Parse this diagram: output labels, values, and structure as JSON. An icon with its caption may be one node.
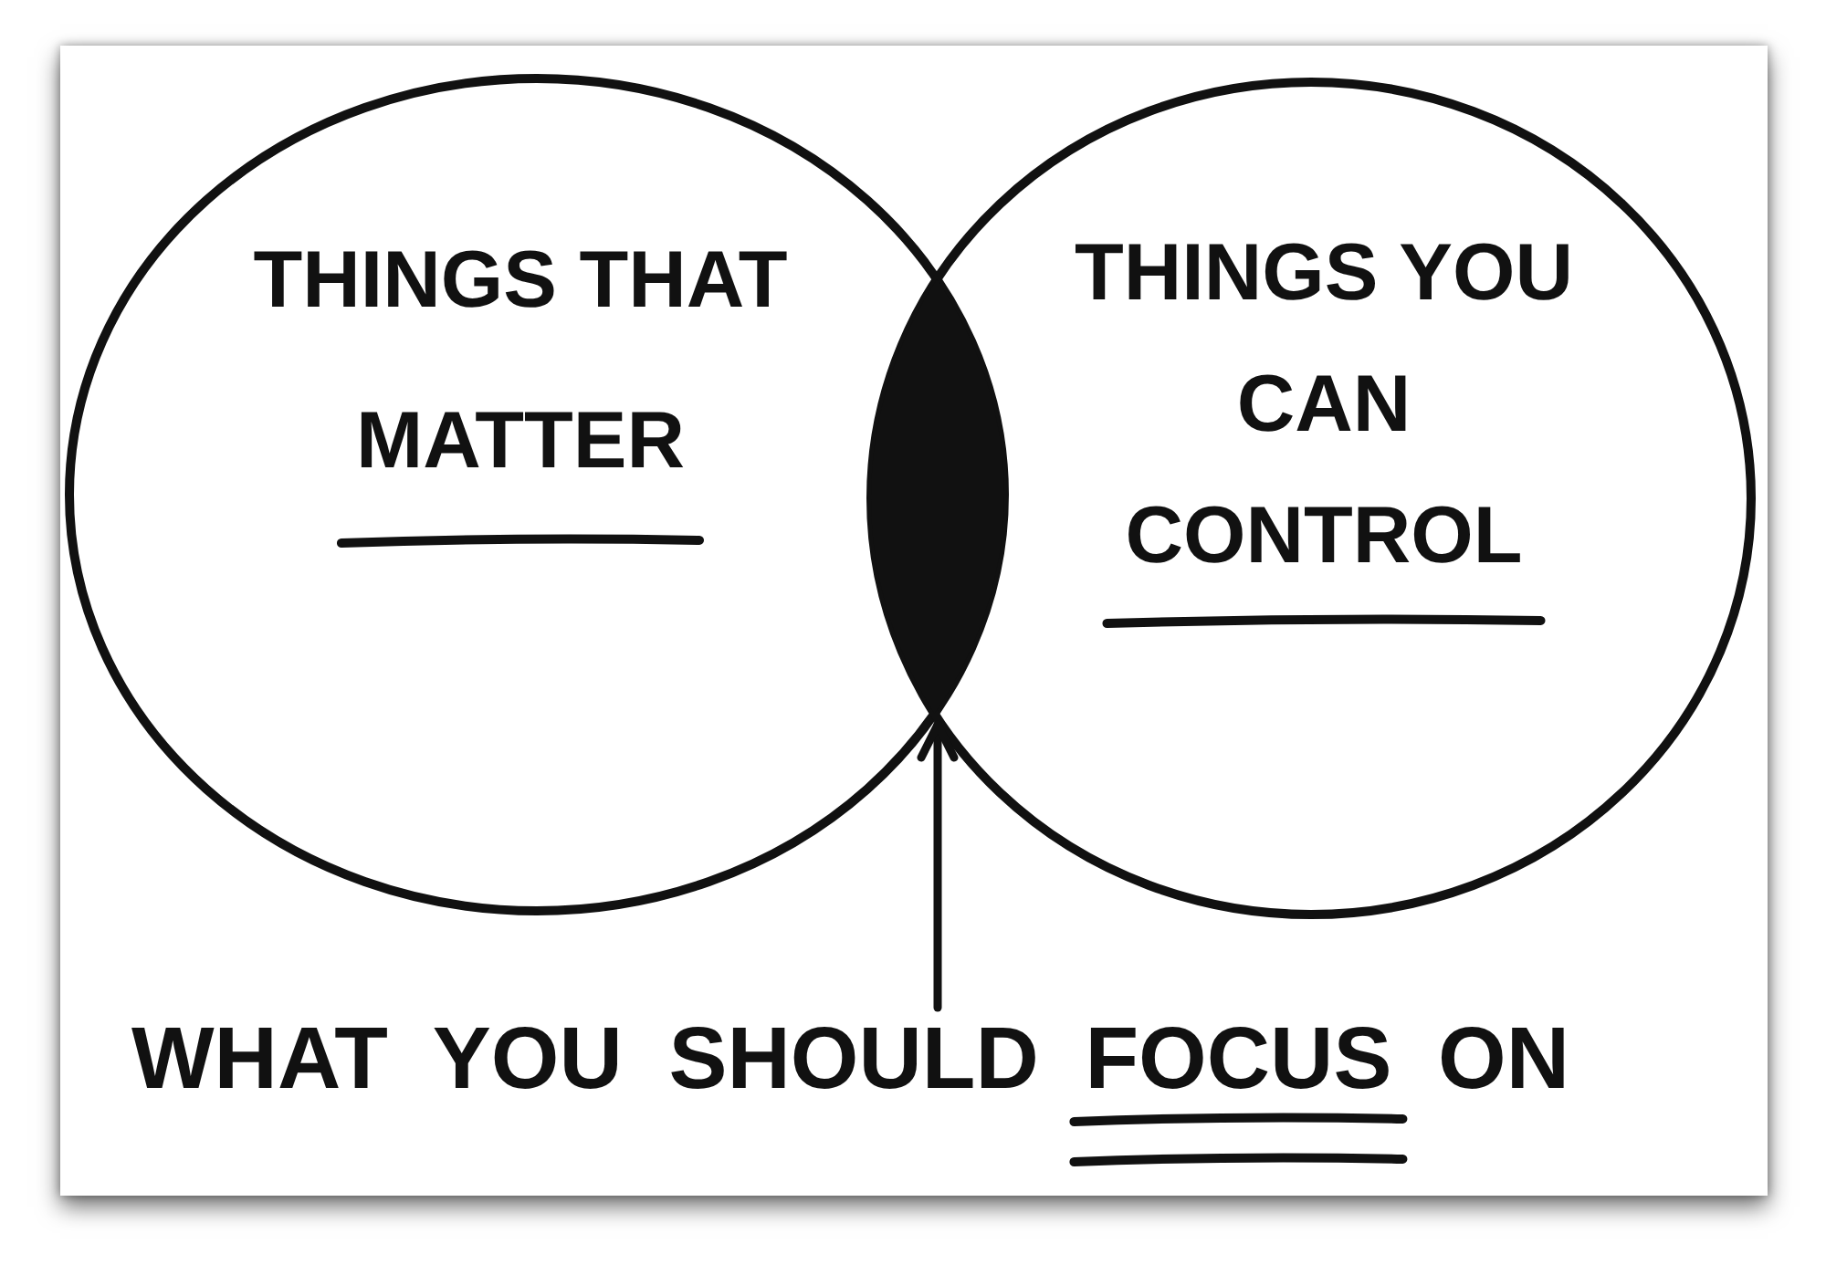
{
  "diagram": {
    "nodes": [
      {
        "text": [
          "THINGS THAT MATTER"
        ]
      },
      {
        "text": [
          "THINGS YOU CAN CONTROL"
        ]
      },
      {
        "text": [],
        "shape": "lens"
      },
      {
        "text": [
          "WHAT YOU SHOULD FOCUS ON"
        ]
      }
    ],
    "edges": [
      {
        "from": 3,
        "to": 2,
        "arrow": "to"
      }
    ]
  }
}
